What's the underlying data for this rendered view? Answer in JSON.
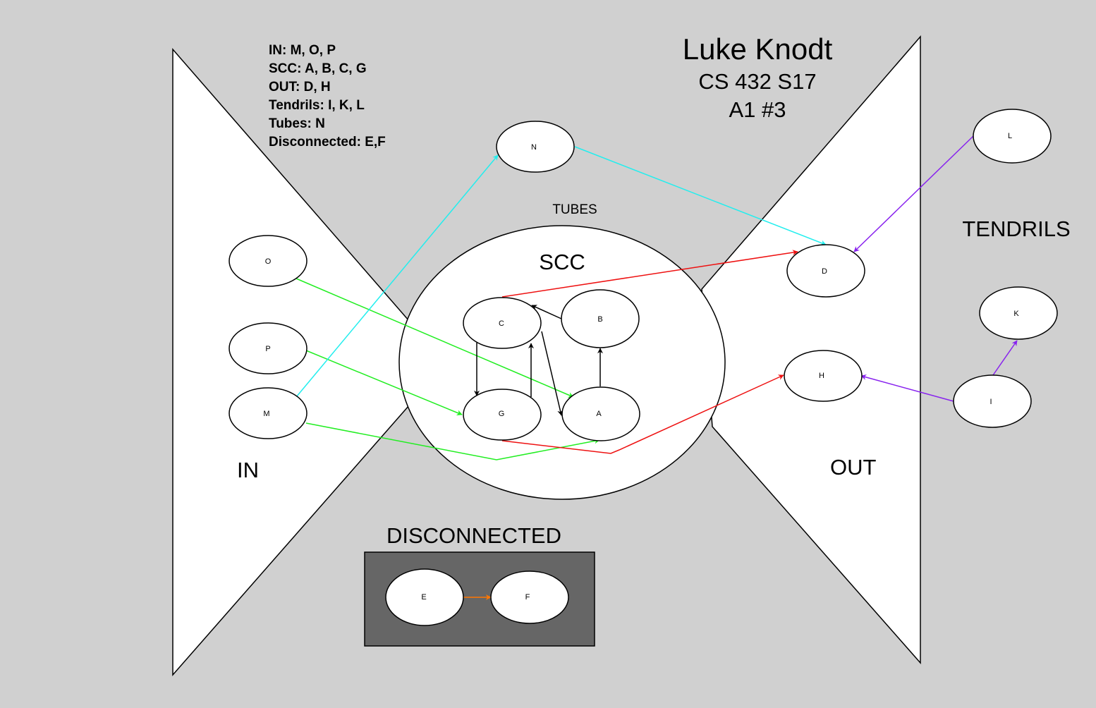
{
  "legend": {
    "lines": [
      "IN: M, O, P",
      "SCC: A, B, C, G",
      "OUT: D, H",
      "Tendrils: I, K, L",
      "Tubes: N",
      "Disconnected: E,F"
    ]
  },
  "title": {
    "name": "Luke Knodt",
    "course": "CS 432 S17",
    "assignment": "A1 #3"
  },
  "regions": {
    "in": "IN",
    "out": "OUT",
    "scc": "SCC",
    "tubes": "TUBES",
    "tendrils": "TENDRILS",
    "disconnected": "DISCONNECTED"
  },
  "nodes": {
    "O": "O",
    "P": "P",
    "M": "M",
    "N": "N",
    "C": "C",
    "B": "B",
    "G": "G",
    "A": "A",
    "D": "D",
    "H": "H",
    "L": "L",
    "K": "K",
    "I": "I",
    "E": "E",
    "F": "F"
  },
  "edges": [
    {
      "from": "O",
      "to": "A",
      "color": "#22ee22"
    },
    {
      "from": "P",
      "to": "G",
      "color": "#22ee22"
    },
    {
      "from": "M",
      "to": "A",
      "color": "#22ee22"
    },
    {
      "from": "M",
      "to": "N",
      "color": "#22eeee"
    },
    {
      "from": "N",
      "to": "D",
      "color": "#22eeee"
    },
    {
      "from": "C",
      "to": "D",
      "color": "#ee1111"
    },
    {
      "from": "G",
      "to": "H",
      "color": "#ee1111"
    },
    {
      "from": "L",
      "to": "D",
      "color": "#8822ee"
    },
    {
      "from": "I",
      "to": "H",
      "color": "#8822ee"
    },
    {
      "from": "I",
      "to": "K",
      "color": "#8822ee"
    },
    {
      "from": "E",
      "to": "F",
      "color": "#ff7700"
    },
    {
      "from": "B",
      "to": "C",
      "color": "#000000"
    },
    {
      "from": "C",
      "to": "G",
      "color": "#000000"
    },
    {
      "from": "G",
      "to": "C",
      "color": "#000000"
    },
    {
      "from": "C",
      "to": "A",
      "color": "#000000"
    },
    {
      "from": "A",
      "to": "B",
      "color": "#000000"
    }
  ]
}
